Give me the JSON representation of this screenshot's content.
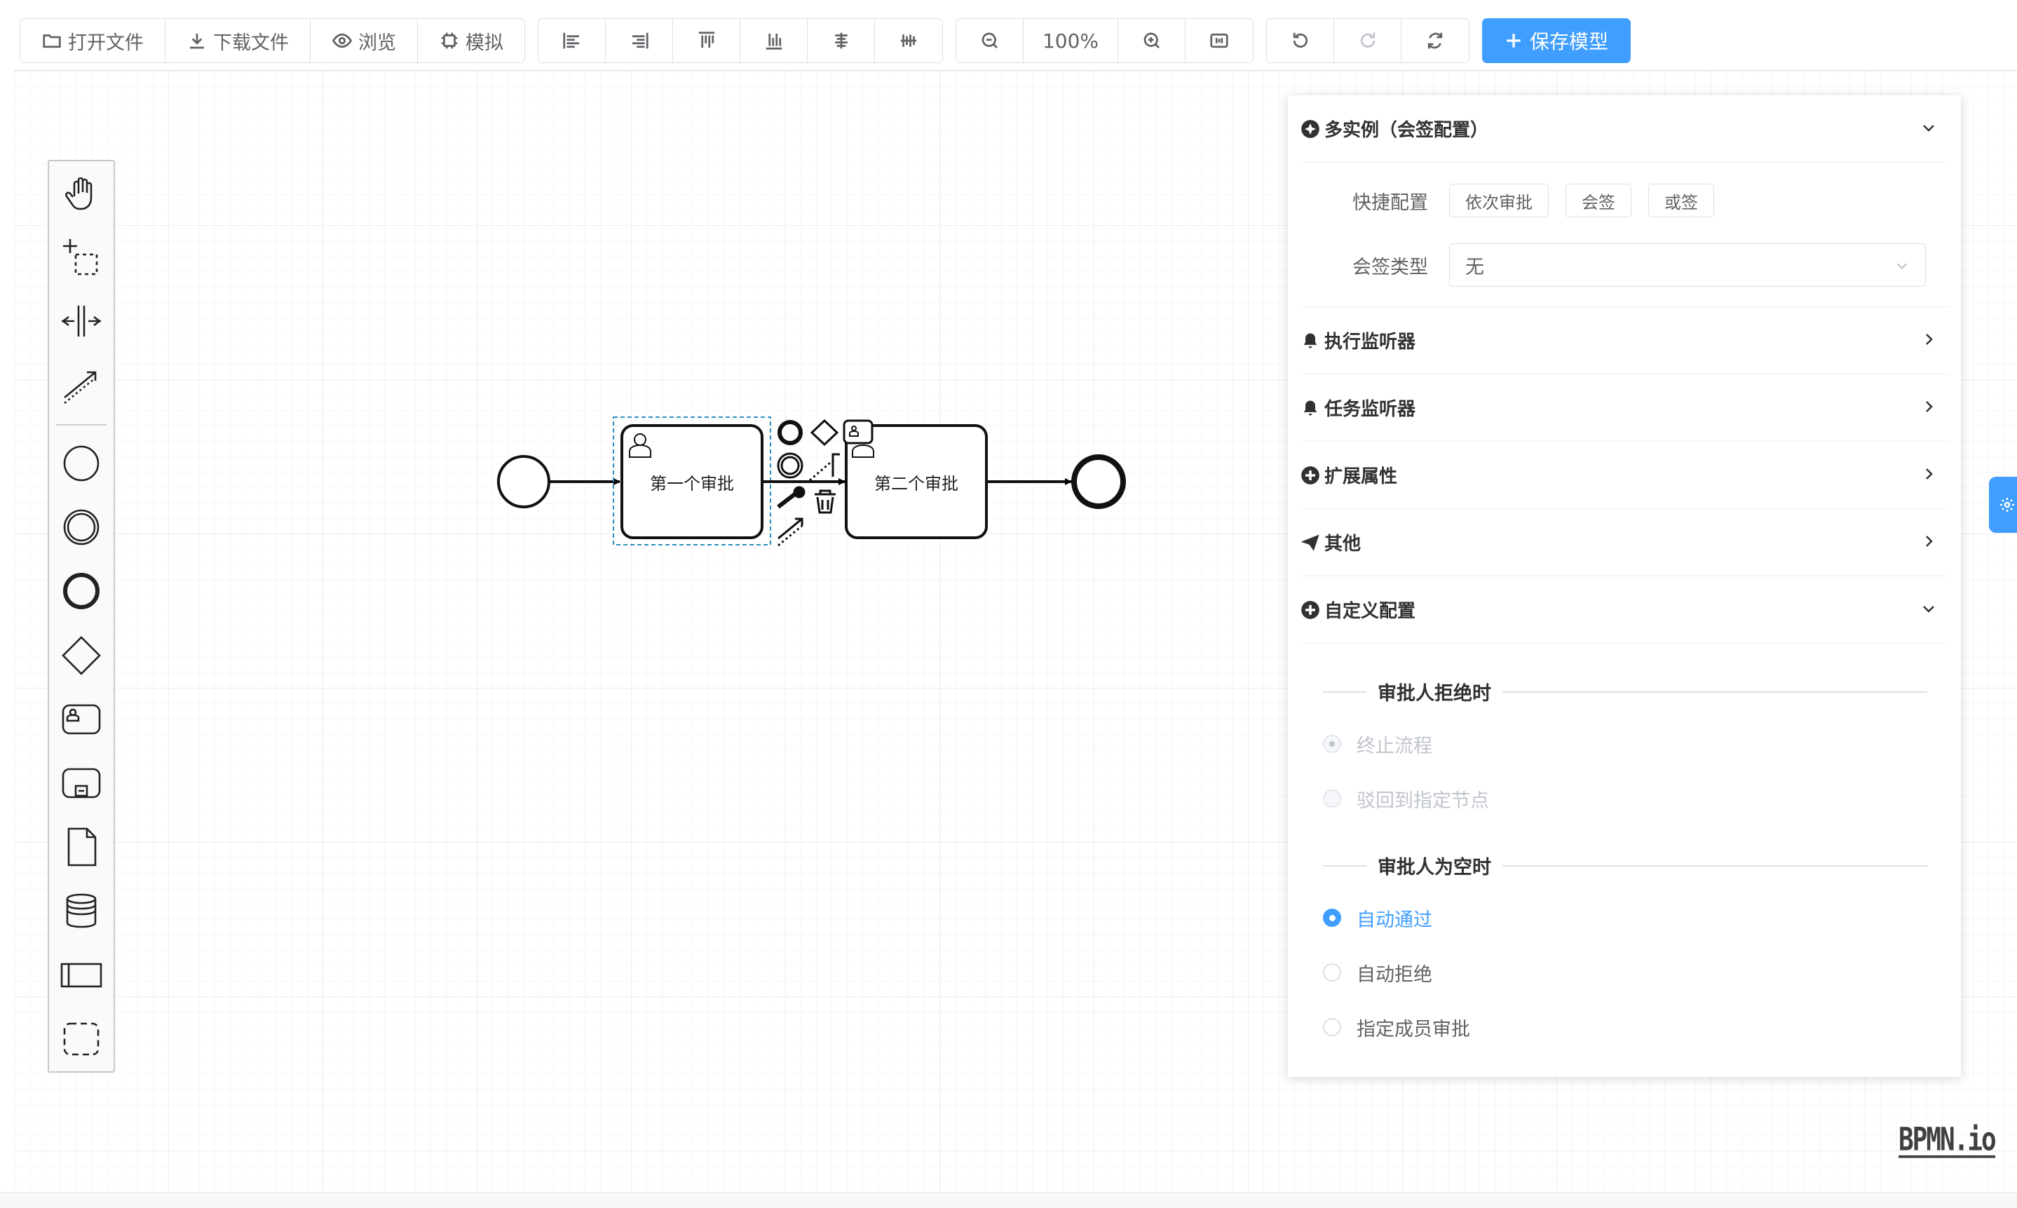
{
  "toolbar": {
    "open_file": "打开文件",
    "download_file": "下载文件",
    "preview": "浏览",
    "simulate": "模拟",
    "zoom_level": "100%",
    "save_model": "保存模型",
    "accent_color": "#409eff"
  },
  "diagram": {
    "task1_label": "第一个审批",
    "task2_label": "第二个审批"
  },
  "panel": {
    "multi_instance": {
      "title": "多实例（会签配置）",
      "quick_label": "快捷配置",
      "quick_buttons": [
        "依次审批",
        "会签",
        "或签"
      ],
      "type_label": "会签类型",
      "type_value": "无"
    },
    "sections": {
      "exec_listener": "执行监听器",
      "task_listener": "任务监听器",
      "ext_props": "扩展属性",
      "other": "其他",
      "custom": "自定义配置"
    },
    "custom": {
      "reject_title": "审批人拒绝时",
      "reject_options": [
        "终止流程",
        "驳回到指定节点"
      ],
      "empty_title": "审批人为空时",
      "empty_options": [
        "自动通过",
        "自动拒绝",
        "指定成员审批"
      ]
    }
  },
  "logo": "BPMN.io"
}
